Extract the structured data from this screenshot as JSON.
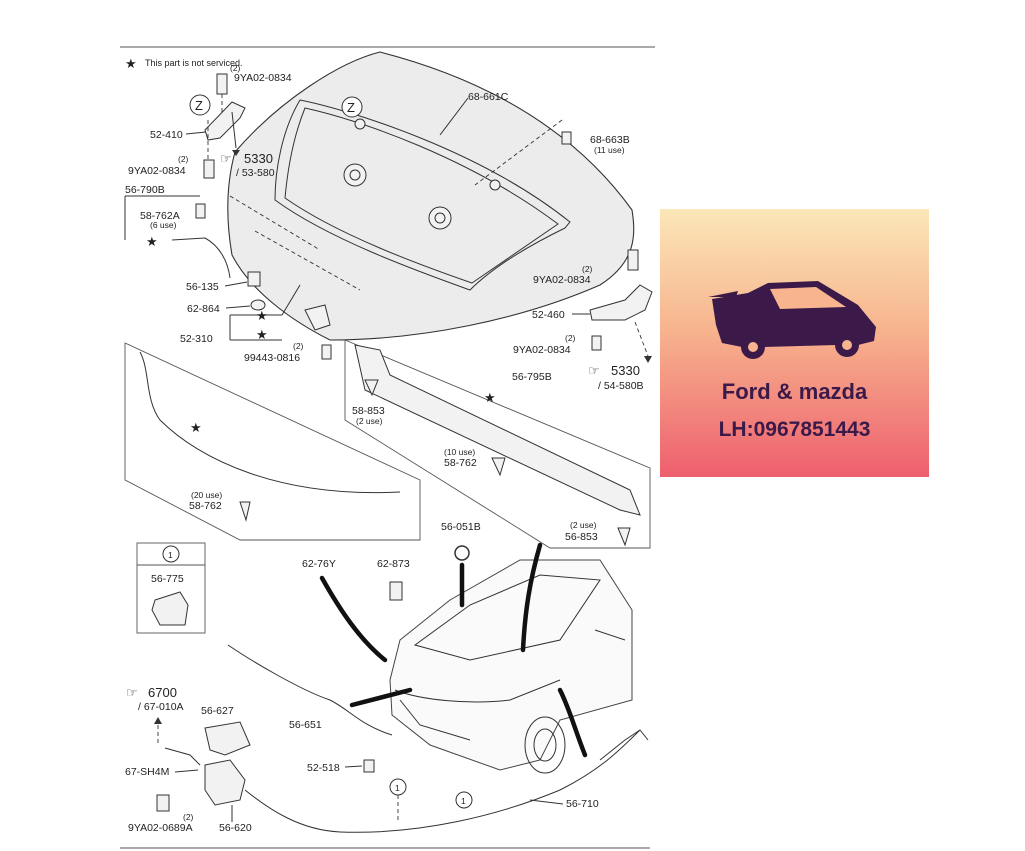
{
  "diagram": {
    "note": "This part is not serviced.",
    "labels": {
      "bolt_top": "9YA02-0834",
      "bolt_top_qty": "(2)",
      "hinge_left": "52-410",
      "ref_left_num": "5330",
      "ref_left_sub": "/ 53-580",
      "bolt_left_qty": "(2)",
      "bolt_left": "9YA02-0834",
      "group_left": "56-790B",
      "clip_left": "58-762A",
      "clip_left_qty": "(6 use)",
      "seal_hood": "68-661C",
      "clip_hood": "68-663B",
      "clip_hood_qty": "(11 use)",
      "bumper": "56-135",
      "grommet": "62-864",
      "striker": "52-310",
      "striker_bolt_qty": "(2)",
      "striker_bolt": "99443-0816",
      "bolt_right_top_qty": "(2)",
      "bolt_right_top": "9YA02-0834",
      "hinge_right": "52-460",
      "bolt_right_bot_qty": "(2)",
      "bolt_right_bot": "9YA02-0834",
      "ref_right_num": "5330",
      "ref_right_sub": "/ 54-580B",
      "seal_rear": "56-795B",
      "clip_seal_left": "58-853",
      "clip_seal_left_qty": "(2 use)",
      "clip_center_qty": "(10 use)",
      "clip_center": "58-762",
      "clip_front_qty": "(20 use)",
      "clip_front": "58-762",
      "clip_seal_right_qty": "(2 use)",
      "clip_seal_right": "56-853",
      "seal_front": "62-76Y",
      "insulator_cap": "56-051B",
      "bumper_stop": "62-873",
      "circle_1": "1",
      "lever": "56-775",
      "ref_bottom_num": "6700",
      "ref_bottom_sub": "/ 67-010A",
      "lock_cover": "56-627",
      "lock_harness": "67-SH4M",
      "lock_bolt_qty": "(2)",
      "lock_bolt": "9YA02-0689A",
      "lock": "56-620",
      "cable_short": "56-651",
      "cable_clip": "52-518",
      "cable_long": "56-710",
      "letter_z": "Z"
    }
  },
  "brand": {
    "line1": "Ford & mazda",
    "line2": "LH:0967851443",
    "color_text": "#3b1a4a",
    "gradient_top": "#fbe7b8",
    "gradient_bottom": "#ee5f6e",
    "icon": "sports-car-icon"
  }
}
